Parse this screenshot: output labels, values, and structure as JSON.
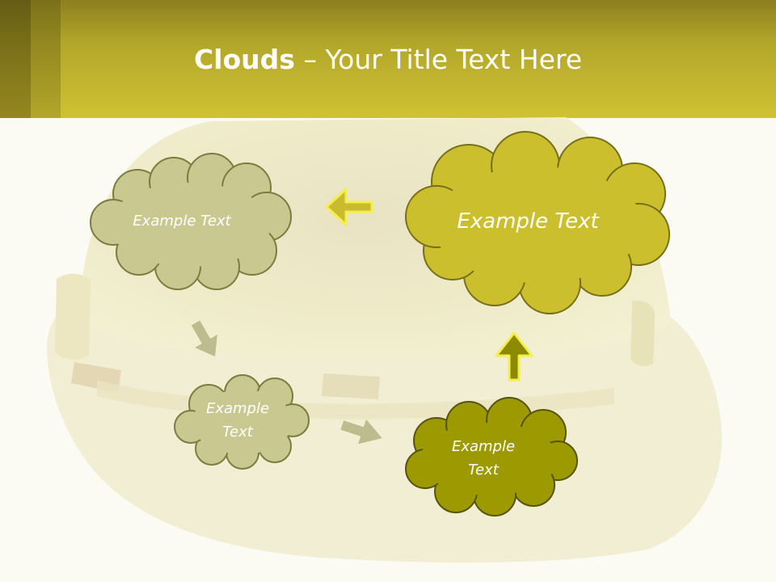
{
  "slide": {
    "title_strong": "Clouds",
    "title_dash": " – ",
    "title_rest": "Your Title Text Here"
  },
  "clouds": [
    {
      "name": "cloud-1",
      "line1": "Example Text",
      "line2": "",
      "fill": "#c8c890",
      "stroke": "#7c7c40"
    },
    {
      "name": "cloud-2",
      "line1": "Example",
      "line2": "Text",
      "fill": "#c8c890",
      "stroke": "#7c7c40"
    },
    {
      "name": "cloud-3",
      "line1": "Example",
      "line2": "Text",
      "fill": "#9c9a00",
      "stroke": "#56540c"
    },
    {
      "name": "cloud-4",
      "line1": "Example Text",
      "line2": "",
      "fill": "#ccbf2e",
      "stroke": "#76701a"
    }
  ],
  "colors": {
    "header_top": "#8c7f1f",
    "header_bottom": "#cfc233",
    "helmet": "#efebc6",
    "arrow_pale": "#bcbc8e",
    "arrow_gold": "#c9bb2e",
    "arrow_olive": "#8c8a00",
    "arrow_outline": "#f4ef4a"
  }
}
